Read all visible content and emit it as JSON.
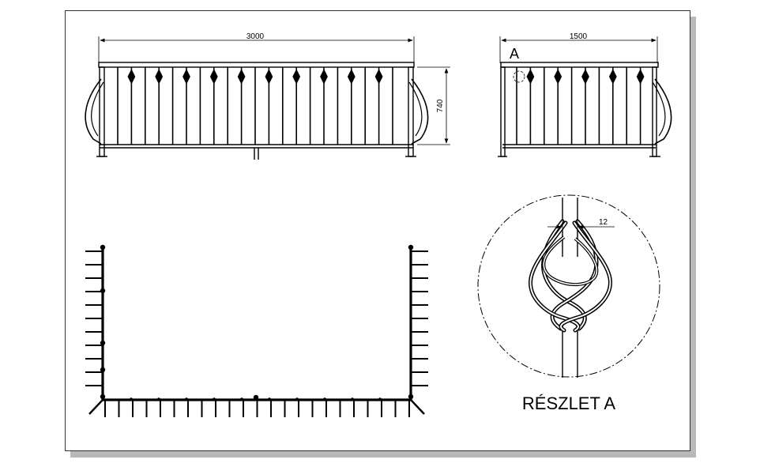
{
  "drawing": {
    "front_width": "3000",
    "front_height": "740",
    "side_width": "1500",
    "view_label": "A",
    "detail_dim": "12",
    "detail_title": "RÉSZLET A"
  },
  "colors": {
    "ink": "#000000",
    "paper": "#ffffff",
    "shadow": "#b8b8b8"
  }
}
